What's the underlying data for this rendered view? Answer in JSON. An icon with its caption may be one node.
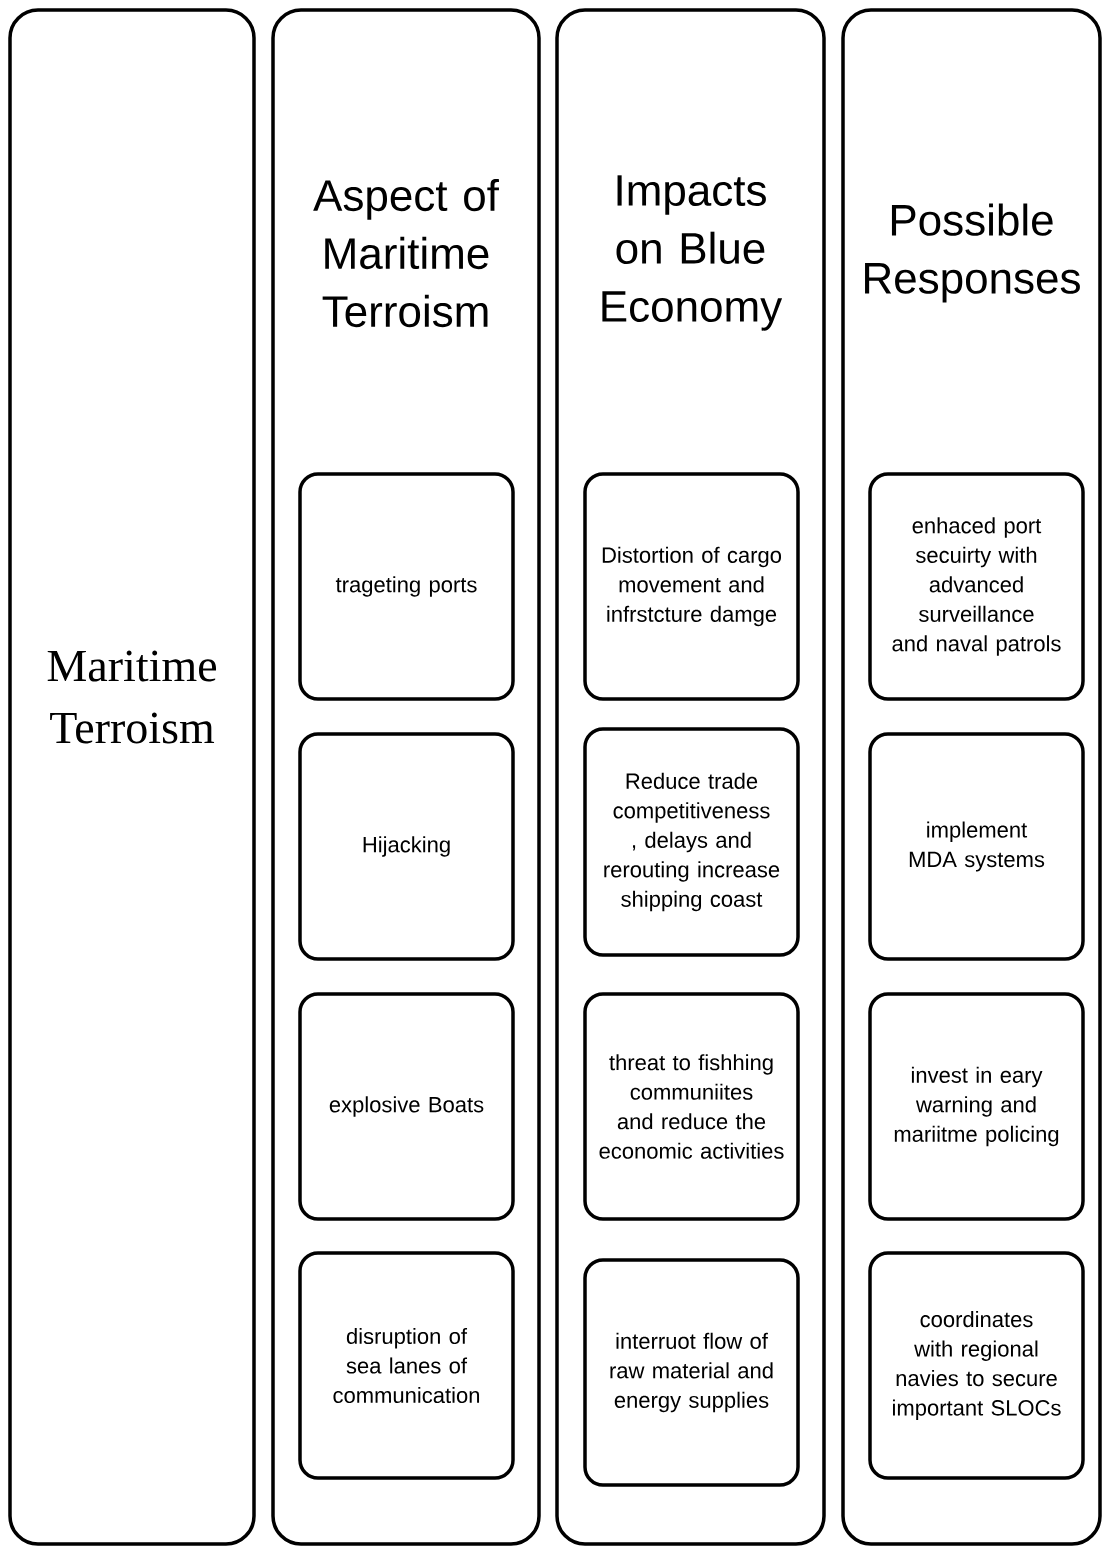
{
  "diagram": {
    "nodes": [
      {
        "text": [
          "Maritime Terroism"
        ]
      },
      {
        "text": [
          "Aspect of Maritime Terroism"
        ]
      },
      {
        "text": [
          "trageting ports"
        ],
        "in": 1
      },
      {
        "text": [
          "Hijacking"
        ],
        "in": 1
      },
      {
        "text": [
          "explosive Boats"
        ],
        "in": 1
      },
      {
        "text": [
          "disruption of sea lanes of communication"
        ],
        "in": 1
      },
      {
        "text": [
          "Impacts on Blue Economy"
        ]
      },
      {
        "text": [
          "Distortion of cargo movement and infrstcture damge"
        ],
        "in": 6
      },
      {
        "text": [
          "Reduce trade competitiveness , delays and rerouting increase shipping coast"
        ],
        "in": 6
      },
      {
        "text": [
          "threat to fishhing communiites and reduce the economic activities"
        ],
        "in": 6
      },
      {
        "text": [
          "interruot flow of raw material and energy supplies"
        ],
        "in": 6
      },
      {
        "text": [
          "Possible Responses"
        ]
      },
      {
        "text": [
          "enhaced port secuirty with advanced surveillance and naval patrols"
        ],
        "in": 11
      },
      {
        "text": [
          "implement MDA systems"
        ],
        "in": 11
      },
      {
        "text": [
          "invest in eary warning and mariitme policing"
        ],
        "in": 11
      },
      {
        "text": [
          "coordinates with regional navies to secure important SLOCs"
        ],
        "in": 11
      }
    ]
  }
}
